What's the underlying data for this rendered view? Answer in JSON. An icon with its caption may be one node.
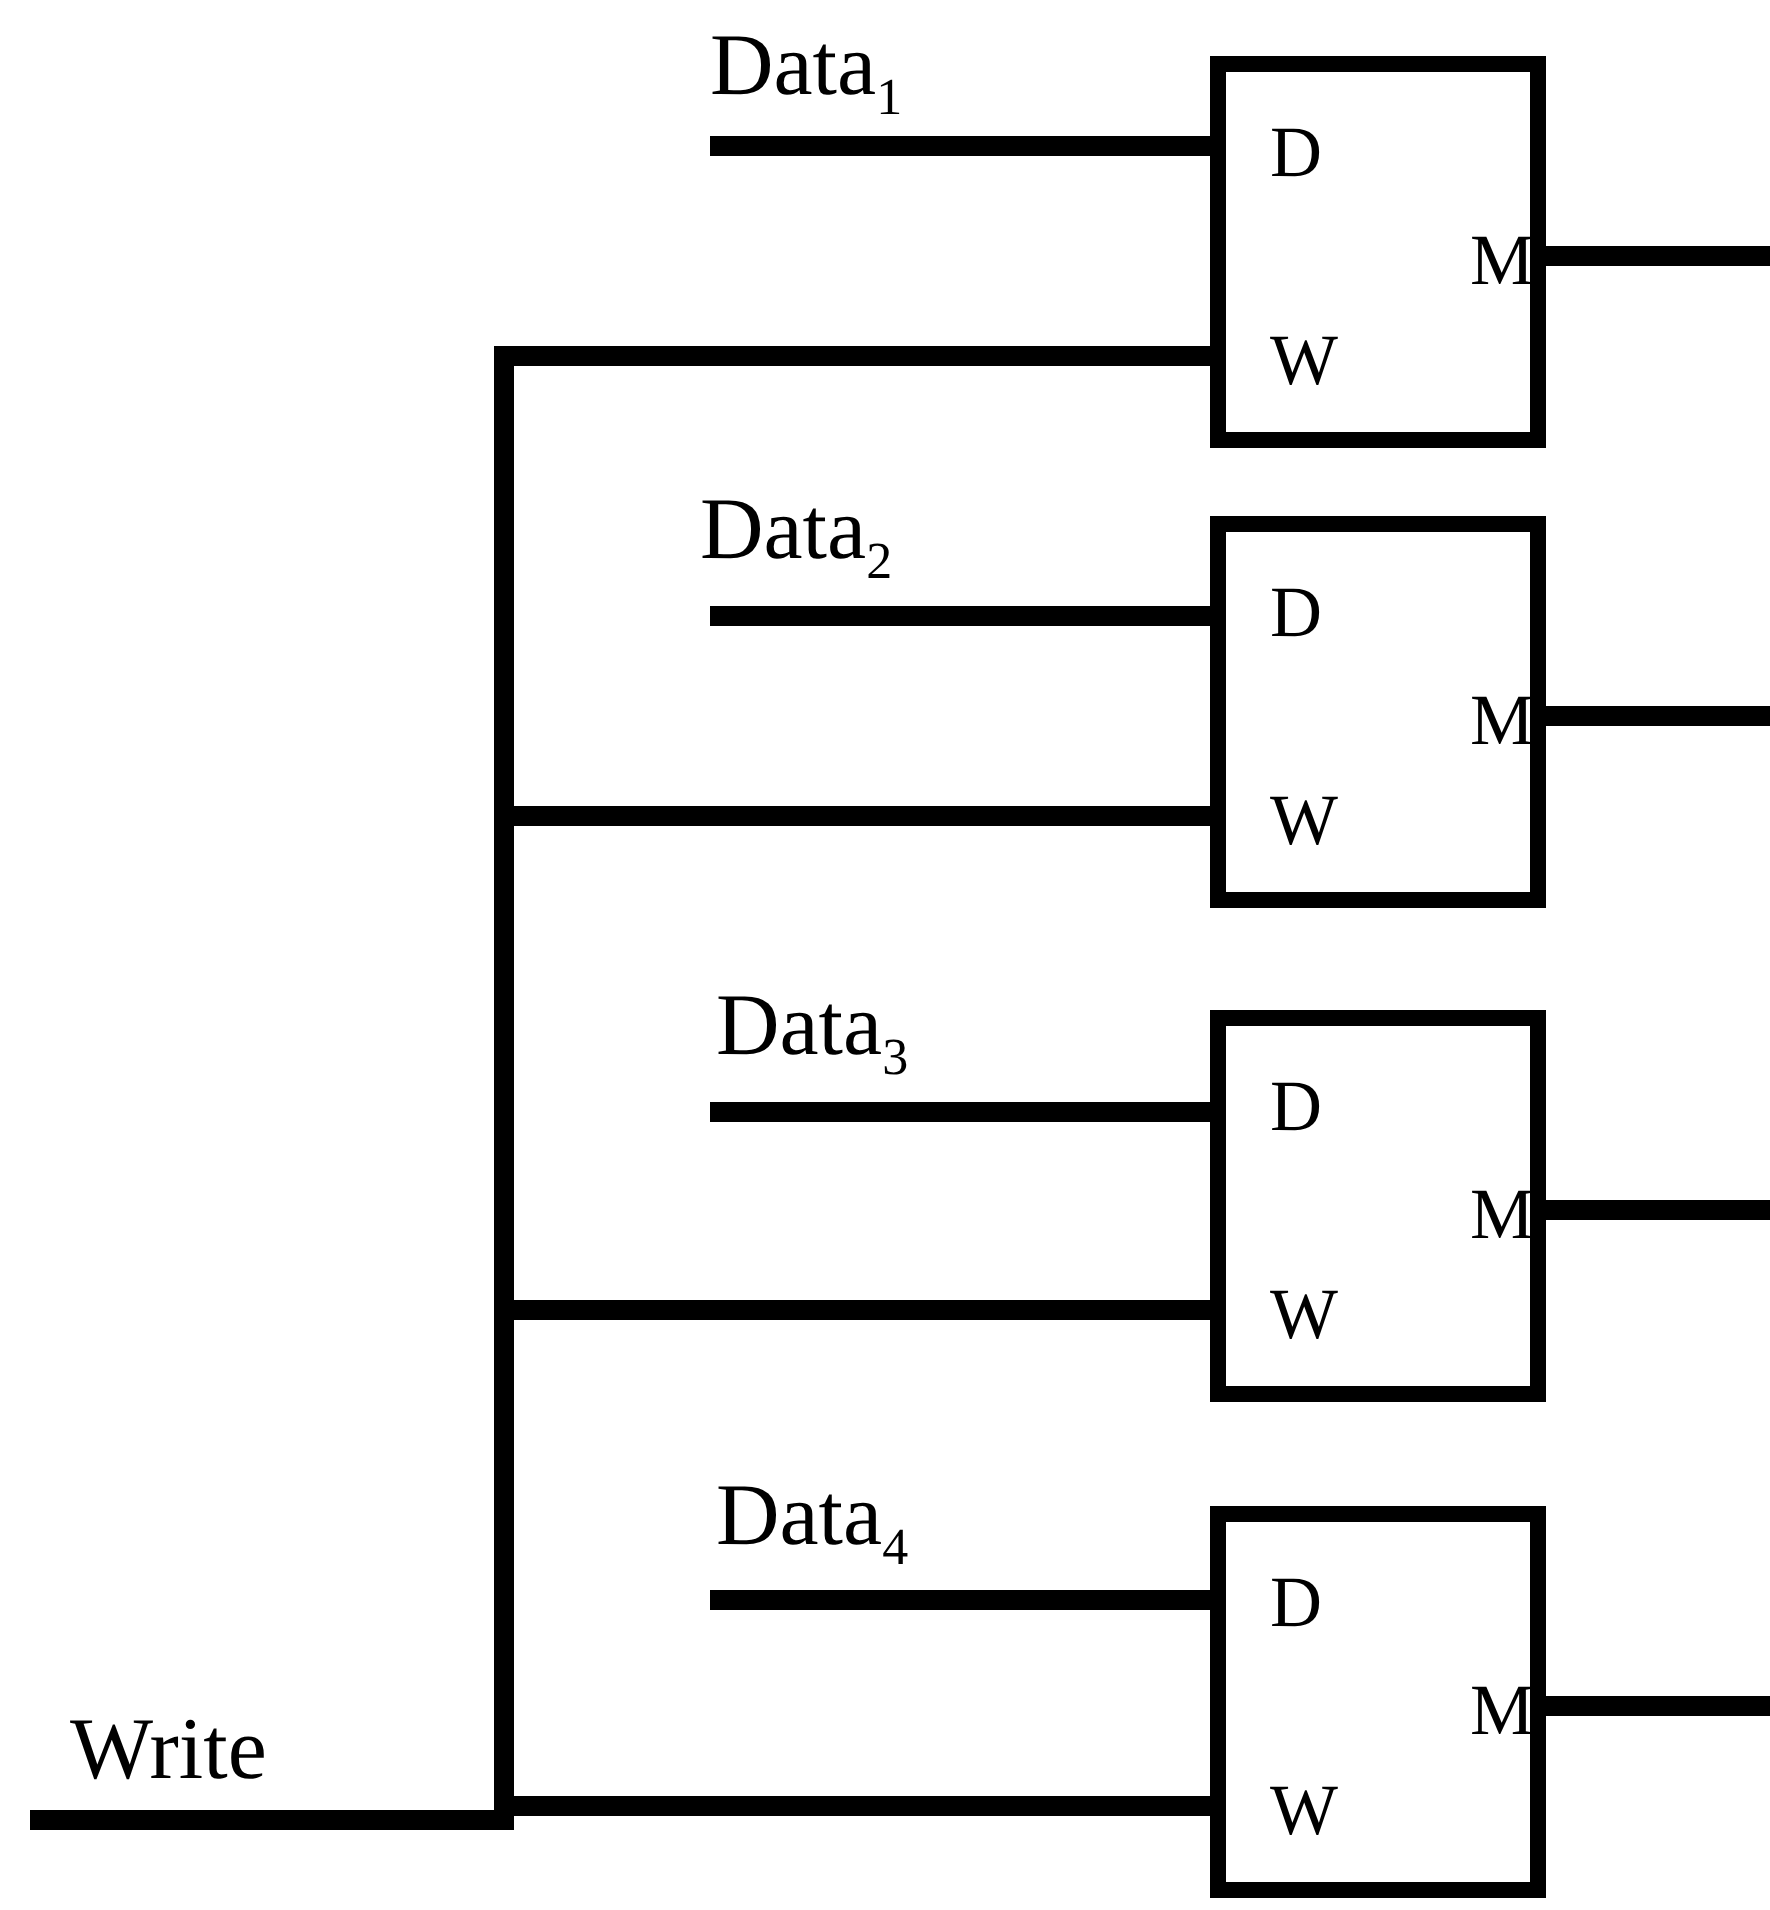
{
  "diagram": {
    "nodes": [
      {
        "text": [
          "Data$_{1}$"
        ]
      },
      {
        "text": [
          "D",
          "M",
          "W"
        ]
      },
      {
        "text": [
          "Data$_{2}$"
        ]
      },
      {
        "text": [
          "D",
          "M",
          "W"
        ]
      },
      {
        "text": [
          "Data$_{3}$"
        ]
      },
      {
        "text": [
          "D",
          "M",
          "W"
        ]
      },
      {
        "text": [
          "Data$_{4}$"
        ]
      },
      {
        "text": [
          "D",
          "M",
          "W"
        ]
      },
      {
        "text": [
          "Write"
        ]
      }
    ],
    "edges": [
      {
        "from": 0,
        "to": 1,
        "arrow": "none"
      },
      {
        "from": 1,
        "to": null,
        "arrow": "none"
      },
      {
        "from": 2,
        "to": 3,
        "arrow": "none"
      },
      {
        "from": 3,
        "to": null,
        "arrow": "none"
      },
      {
        "from": 4,
        "to": 5,
        "arrow": "none"
      },
      {
        "from": 5,
        "to": null,
        "arrow": "none"
      },
      {
        "from": 6,
        "to": 7,
        "arrow": "none"
      },
      {
        "from": 7,
        "to": null,
        "arrow": "none"
      },
      {
        "from": 8,
        "to": 1,
        "arrow": "none"
      },
      {
        "from": 8,
        "to": 3,
        "arrow": "none"
      },
      {
        "from": 8,
        "to": 5,
        "arrow": "none"
      },
      {
        "from": 8,
        "to": 7,
        "arrow": "none"
      }
    ]
  }
}
